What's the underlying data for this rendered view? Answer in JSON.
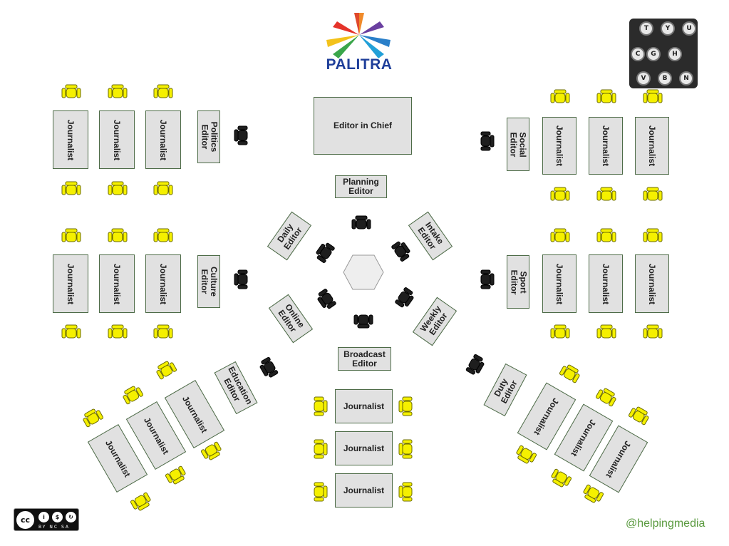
{
  "brand": {
    "name": "PALITRA"
  },
  "license": {
    "badge": "cc",
    "terms": [
      "BY",
      "NC",
      "SA"
    ]
  },
  "typewriter_keys": [
    "T",
    "Y",
    "U",
    "G",
    "H",
    "C",
    "V",
    "B",
    "N"
  ],
  "credit": "@helpingmedia",
  "desks": {
    "editor_in_chief": "Editor in Chief",
    "planning": "Planning\nEditor",
    "broadcast": "Broadcast\nEditor",
    "politics": "Politics\nEditor",
    "culture": "Culture\nEditor",
    "social": "Social\nEditor",
    "sport": "Sport\nEditor",
    "daily": "Daily\nEditor",
    "intake": "Intake\nEditor",
    "online": "Online\nEditor",
    "weekly": "Weekly\nEditor",
    "education": "Education\nEditor",
    "duty": "Duty\nEditor",
    "journalist": "Journalist"
  },
  "colors": {
    "desk_fill": "#e1e1e1",
    "desk_border": "#4d6b47",
    "journalist_chair": "#f5f000",
    "editor_chair": "#1e1e1e",
    "hub": "#eeeeee"
  }
}
